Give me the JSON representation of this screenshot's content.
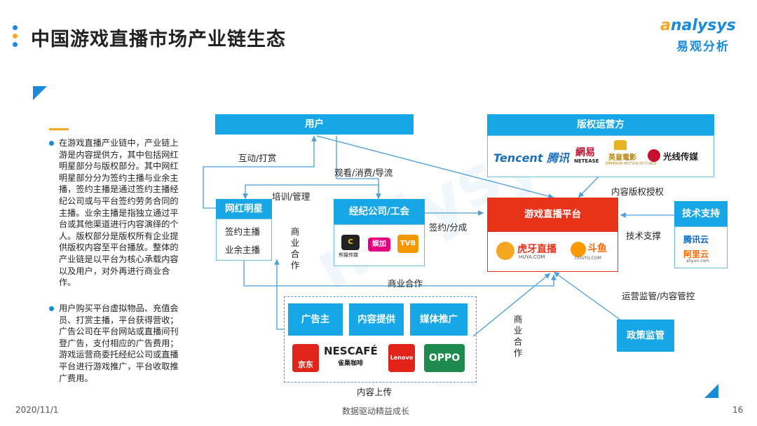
{
  "header": {
    "title": "中国游戏直播市场产业链生态",
    "logo_en": "nalysys",
    "logo_en_prefix": "a",
    "logo_cn": "易观分析"
  },
  "left_text": {
    "para1": "在游戏直播产业链中，产业链上游是内容提供方，其中包括网红明星部分与版权部分。其中网红明星部分分为签约主播与业余主播，签约主播是通过签约主播经纪公司或与平台签约劳务合同的主播。业余主播是指独立通过平台或其他渠道进行内容演绎的个人。版权部分是版权所有企业提供版权内容至平台播放。整体的产业链是以平台为核心承载内容以及用户，对外再进行商业合作。",
    "para2": "用户购买平台虚拟物品、充值会员、打赏主播，平台获得营收；广告公司在平台网站或直播间刊登广告，支付相应的广告费用；游戏运营商委托经纪公司或直播平台进行游戏推广，平台收取推广费用。"
  },
  "diagram": {
    "user": "用户",
    "copyright_owner": "版权运营方",
    "copyright_logos": [
      "Tencent 腾讯",
      "網易",
      "英皇電影",
      "光线传媒"
    ],
    "copyright_logo_sub": [
      "NETEASE",
      "EMPEROR MOTION PICTURES"
    ],
    "influencer": "网红明星",
    "influencer_items": [
      "签约主播",
      "业余主播"
    ],
    "agency": "经纪公司/工会",
    "agency_logos": [
      "熊猫传媒",
      "娱加",
      "TVB"
    ],
    "platform": "游戏直播平台",
    "platform_logos": [
      "虎牙直播",
      "HUYA.COM",
      "斗鱼",
      "DOUYU.COM"
    ],
    "tech_support": "技术支持",
    "tech_logos": [
      "腾讯云",
      "阿里云",
      "aliyun.com"
    ],
    "regulation": "政策监管",
    "business_boxes": [
      "广告主",
      "内容提供",
      "媒体推广"
    ],
    "business_logos": [
      "京东",
      "NESCAFÉ",
      "雀巢咖啡",
      "Lenovo",
      "OPPO"
    ],
    "labels": {
      "interact": "互动/打赏",
      "watch": "观看/消费/导流",
      "training": "培训/管理",
      "sign": "签约/分成",
      "license": "内容版权授权",
      "tech": "技术支撑",
      "biz_coop_h": "商业合作",
      "ops": "运营监管/内容管控",
      "upload": "内容上传",
      "biz_coop_v1": "商业合作",
      "biz_coop_v2": "商业合作"
    }
  },
  "footer": {
    "date": "2020/11/1",
    "slogan": "数据驱动精益成长",
    "page": "16"
  },
  "colors": {
    "accent": "#18a7e6",
    "brand": "#1a8bd8",
    "platform": "#e8331b",
    "orange": "#f5a623"
  }
}
